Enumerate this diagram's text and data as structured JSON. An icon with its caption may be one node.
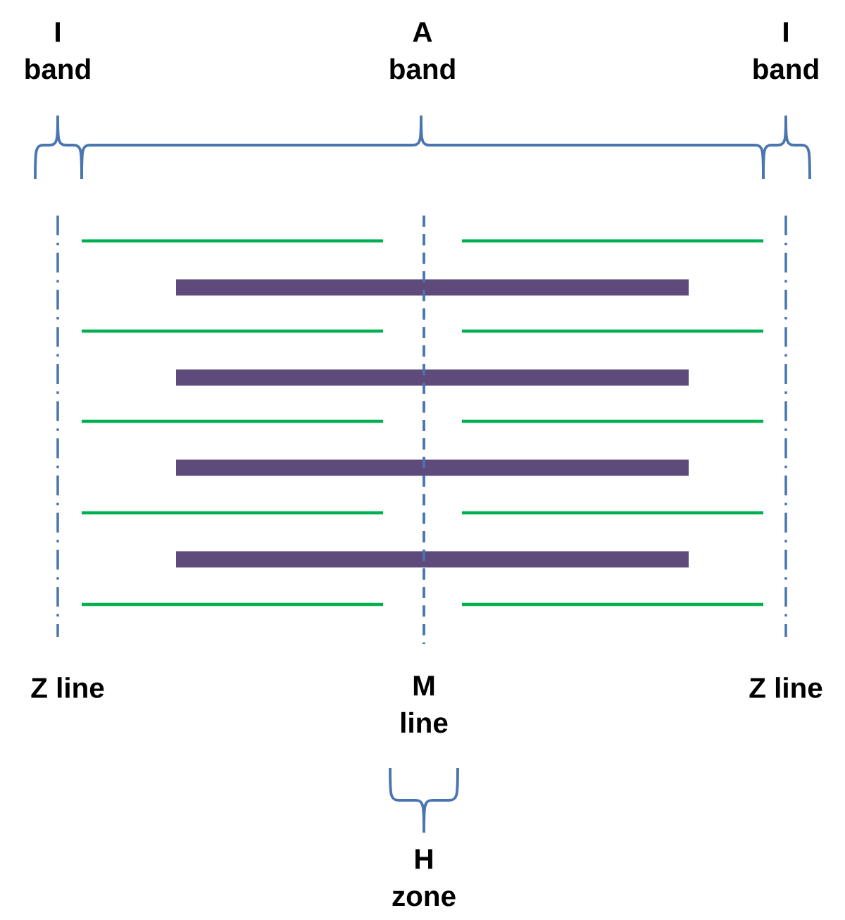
{
  "diagram": {
    "labels": [
      "I band",
      "A band",
      "I band",
      "Z line",
      "M line",
      "Z line",
      "H zone"
    ]
  }
}
